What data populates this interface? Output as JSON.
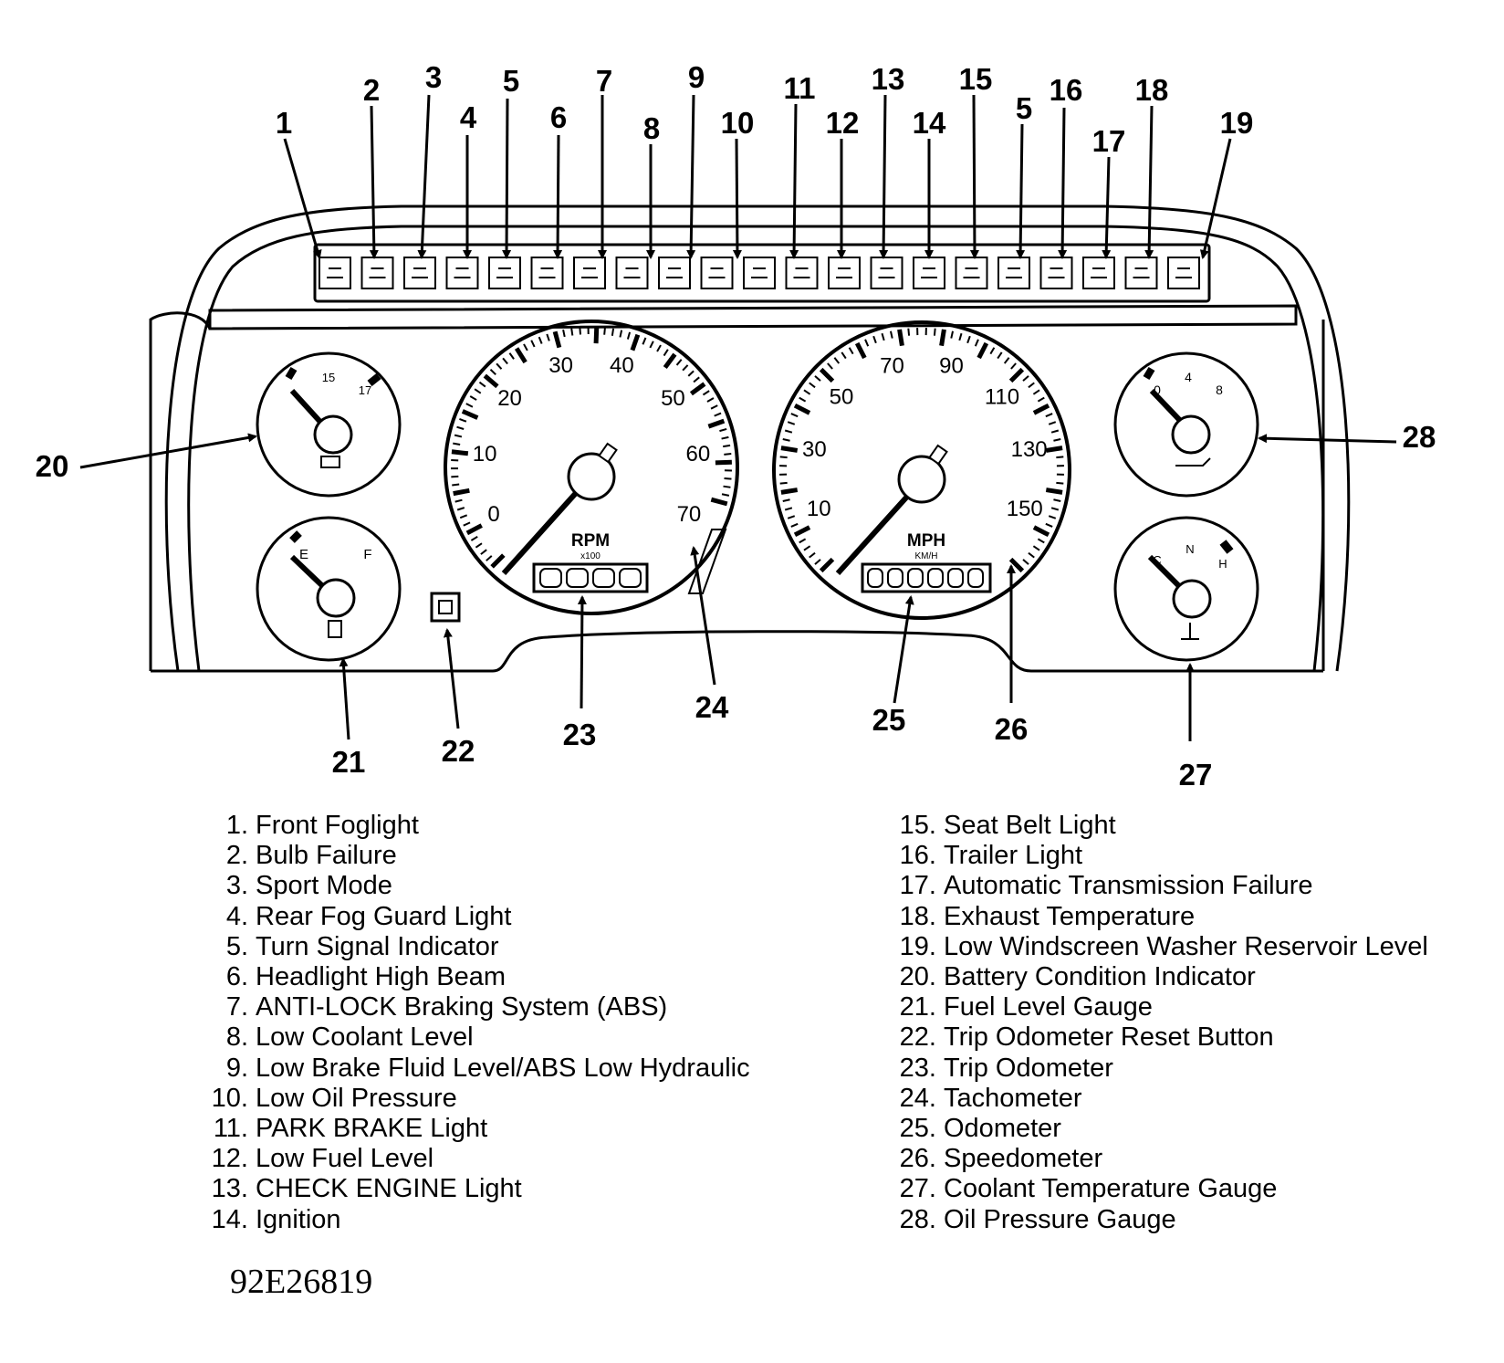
{
  "callouts": [
    "1",
    "2",
    "3",
    "4",
    "5",
    "6",
    "7",
    "8",
    "9",
    "10",
    "11",
    "12",
    "13",
    "14",
    "15",
    "5",
    "16",
    "17",
    "18",
    "19",
    "20",
    "21",
    "22",
    "23",
    "24",
    "25",
    "26",
    "27",
    "28"
  ],
  "tachometer": {
    "scale": [
      "0",
      "10",
      "20",
      "30",
      "40",
      "50",
      "60",
      "70"
    ],
    "unit": "RPM",
    "multiplier": "x100"
  },
  "speedometer": {
    "scale": [
      "10",
      "30",
      "50",
      "70",
      "90",
      "110",
      "130",
      "150"
    ],
    "unit": "MPH",
    "sub_unit": "KM/H"
  },
  "battery_gauge": {
    "scale": [
      "15",
      "17"
    ]
  },
  "fuel_gauge": {
    "scale": [
      "E",
      "F"
    ]
  },
  "oil_gauge": {
    "scale": [
      "0",
      "4",
      "8"
    ]
  },
  "temp_gauge": {
    "scale": [
      "C",
      "N",
      "H"
    ]
  },
  "legend": {
    "left": [
      {
        "num": "1.",
        "text": "Front Foglight"
      },
      {
        "num": "2.",
        "text": "Bulb Failure"
      },
      {
        "num": "3.",
        "text": "Sport Mode"
      },
      {
        "num": "4.",
        "text": "Rear Fog Guard Light"
      },
      {
        "num": "5.",
        "text": "Turn Signal Indicator"
      },
      {
        "num": "6.",
        "text": "Headlight High Beam"
      },
      {
        "num": "7.",
        "text": "ANTI-LOCK Braking System (ABS)"
      },
      {
        "num": "8.",
        "text": "Low Coolant Level"
      },
      {
        "num": "9.",
        "text": "Low Brake Fluid Level/ABS Low Hydraulic"
      },
      {
        "num": "10.",
        "text": "Low Oil Pressure"
      },
      {
        "num": "11.",
        "text": "PARK BRAKE Light"
      },
      {
        "num": "12.",
        "text": "Low Fuel Level"
      },
      {
        "num": "13.",
        "text": "CHECK ENGINE Light"
      },
      {
        "num": "14.",
        "text": "Ignition"
      }
    ],
    "right": [
      {
        "num": "15.",
        "text": "Seat Belt Light"
      },
      {
        "num": "16.",
        "text": "Trailer Light"
      },
      {
        "num": "17.",
        "text": "Automatic Transmission Failure"
      },
      {
        "num": "18.",
        "text": "Exhaust Temperature"
      },
      {
        "num": "19.",
        "text": "Low Windscreen Washer Reservoir Level"
      },
      {
        "num": "20.",
        "text": "Battery Condition Indicator"
      },
      {
        "num": "21.",
        "text": "Fuel Level Gauge"
      },
      {
        "num": "22.",
        "text": "Trip Odometer Reset Button"
      },
      {
        "num": "23.",
        "text": "Trip Odometer"
      },
      {
        "num": "24.",
        "text": "Tachometer"
      },
      {
        "num": "25.",
        "text": "Odometer"
      },
      {
        "num": "26.",
        "text": "Speedometer"
      },
      {
        "num": "27.",
        "text": "Coolant Temperature Gauge"
      },
      {
        "num": "28.",
        "text": "Oil Pressure Gauge"
      }
    ]
  },
  "figure_id": "92E26819"
}
